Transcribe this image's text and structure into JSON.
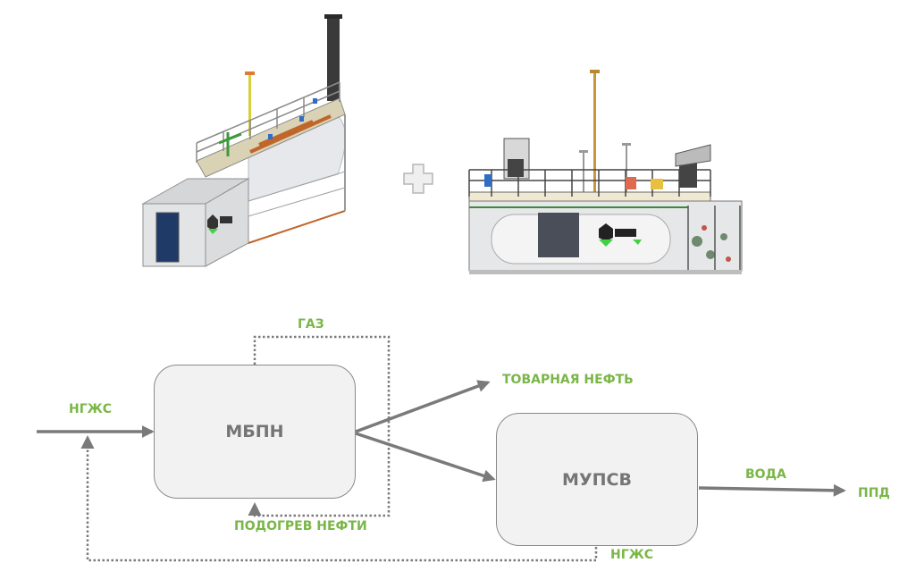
{
  "equipment": {
    "left_unit": {
      "name": "MBPN block-modular unit (3D render)",
      "logo": "СГК"
    },
    "plus_symbol": "+",
    "right_unit": {
      "name": "MUPSV block-modular unit (3D render)",
      "logo": "СГК"
    }
  },
  "diagram": {
    "nodes": [
      {
        "id": "mbpn",
        "label": "МБПН"
      },
      {
        "id": "mupsv",
        "label": "МУПСВ"
      }
    ],
    "flow_labels": {
      "inlet": "НГЖС",
      "gas": "ГАЗ",
      "oil_heating": "ПОДОГРЕВ НЕФТИ",
      "commercial_oil": "ТОВАРНАЯ НЕФТЬ",
      "water": "ВОДА",
      "ppd": "ППД",
      "recycle": "НГЖС"
    },
    "edges": [
      {
        "from": "inlet",
        "to": "mbpn",
        "label": "НГЖС",
        "style": "solid"
      },
      {
        "from": "mbpn",
        "to": "commercial_oil",
        "label": "ТОВАРНАЯ НЕФТЬ",
        "style": "solid"
      },
      {
        "from": "mbpn",
        "to": "mupsv",
        "style": "solid"
      },
      {
        "from": "mupsv",
        "to": "ppd",
        "label": "ВОДА",
        "style": "solid"
      },
      {
        "from": "mbpn",
        "to": "mbpn",
        "label": "ГАЗ → ПОДОГРЕВ НЕФТИ",
        "style": "dotted"
      },
      {
        "from": "mupsv",
        "to": "inlet",
        "label": "НГЖС",
        "style": "dotted"
      }
    ],
    "colors": {
      "label_green": "#7ab648",
      "line_gray": "#7a7a7a",
      "box_fill": "#f2f2f2"
    }
  }
}
